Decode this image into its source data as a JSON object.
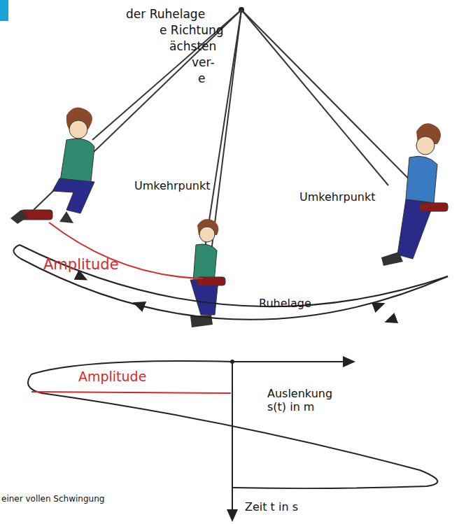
{
  "diagram": {
    "labels": [
      "der Ruhelage",
      "e Richtung",
      "ächsten",
      "ver-",
      "e",
      "Umkehrpunkt",
      "Umkehrpunkt",
      "Amplitude",
      "Ruhelage",
      "Amplitude",
      "Auslenkung s(t) in m",
      "Zeit t in s",
      "einer vollen Schwingung"
    ]
  }
}
